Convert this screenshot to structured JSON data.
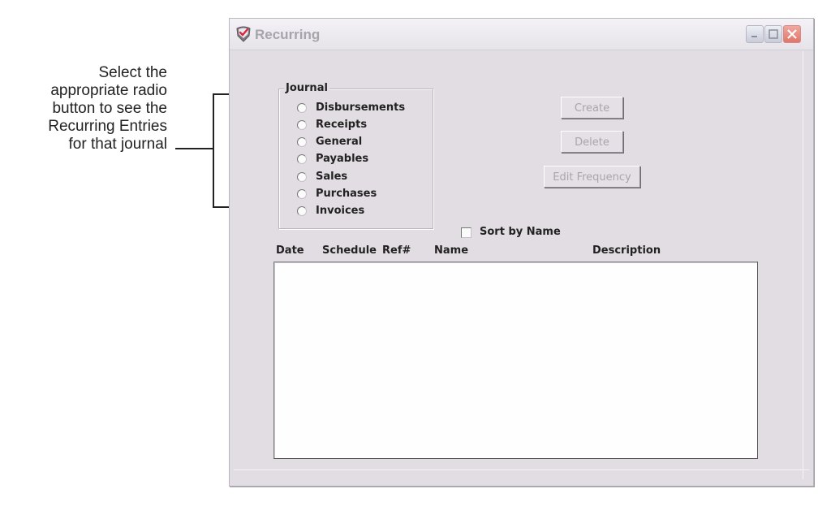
{
  "annotation": {
    "lines": [
      "Select the",
      "appropriate radio",
      "button to see the",
      "Recurring Entries",
      "for that journal"
    ]
  },
  "window": {
    "title": "Recurring",
    "icon": "shield-check-icon",
    "controls": {
      "minimize": "minimize-icon",
      "maximize": "maximize-icon",
      "close": "close-icon"
    }
  },
  "journal": {
    "label": "Journal",
    "options": [
      {
        "label": "Disbursements",
        "selected": false
      },
      {
        "label": "Receipts",
        "selected": false
      },
      {
        "label": "General",
        "selected": false
      },
      {
        "label": "Payables",
        "selected": false
      },
      {
        "label": "Sales",
        "selected": false
      },
      {
        "label": "Purchases",
        "selected": false
      },
      {
        "label": "Invoices",
        "selected": false
      }
    ]
  },
  "buttons": {
    "create": "Create",
    "delete": "Delete",
    "edit_frequency": "Edit Frequency"
  },
  "sort_by_name": {
    "label": "Sort by Name",
    "checked": false
  },
  "list": {
    "columns": [
      "Date",
      "Schedule",
      "Ref#",
      "Name",
      "Description"
    ],
    "rows": []
  },
  "colors": {
    "window_bg": "#e2dde2",
    "disabled_text": "#a8a5ac",
    "close_button": "#e27468"
  }
}
